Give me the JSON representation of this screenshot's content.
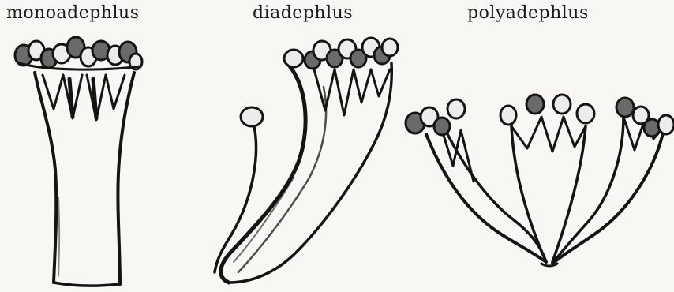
{
  "labels": {
    "monoadelphous": "monoadephlus",
    "diadelphous": "diadephlus",
    "polyadelphous": "polyadephlus"
  }
}
